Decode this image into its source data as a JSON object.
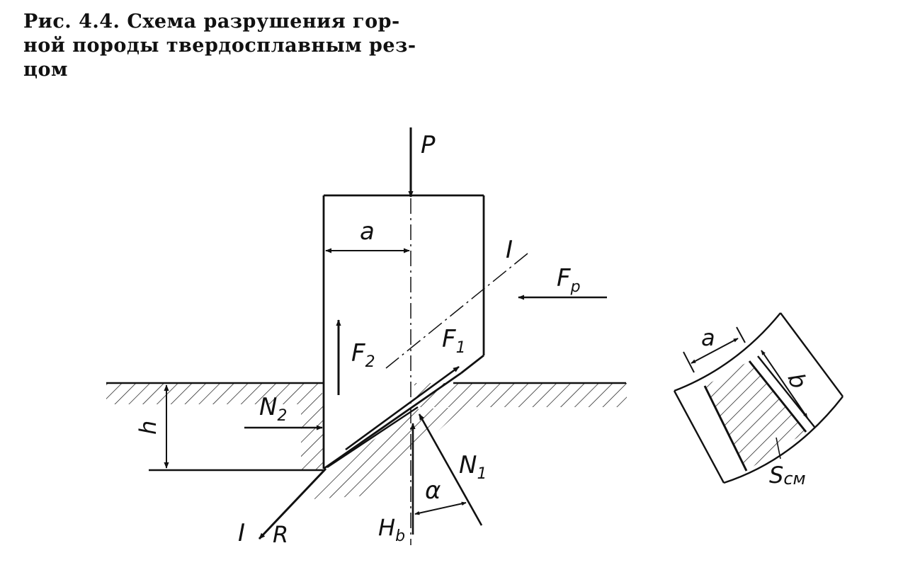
{
  "caption": {
    "lines": [
      "Рис. 4.4. Схема разрушения гор-",
      "ной породы твердосплавным рез-",
      "цом"
    ]
  },
  "labels": {
    "P": "P",
    "a": "a",
    "I_top": "I",
    "I_bottom": "I",
    "Fp_main": "F",
    "Fp_sub": "p",
    "F2_main": "F",
    "F2_sub": "2",
    "F1_main": "F",
    "F1_sub": "1",
    "N2_main": "N",
    "N2_sub": "2",
    "N1_main": "N",
    "N1_sub": "1",
    "h": "h",
    "R": "R",
    "Hb_main": "H",
    "Hb_sub": "b",
    "alpha": "α"
  },
  "inset_labels": {
    "a": "a",
    "b": "b",
    "Scm_main": "S",
    "Scm_sub": "см"
  },
  "colors": {
    "ink": "#111111",
    "paper": "#ffffff"
  }
}
